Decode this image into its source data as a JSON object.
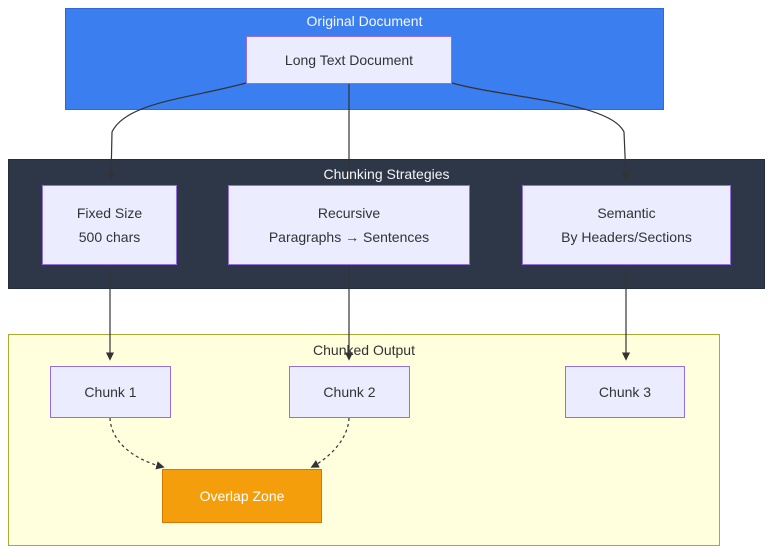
{
  "diagram": {
    "sections": {
      "original": {
        "title": "Original Document",
        "node": "Long Text Document"
      },
      "strategies": {
        "title": "Chunking Strategies",
        "nodes": [
          {
            "line1": "Fixed Size",
            "line2": "500 chars"
          },
          {
            "line1": "Recursive",
            "line2": "Paragraphs → Sentences"
          },
          {
            "line1": "Semantic",
            "line2": "By Headers/Sections"
          }
        ]
      },
      "output": {
        "title": "Chunked Output",
        "chunks": [
          "Chunk 1",
          "Chunk 2",
          "Chunk 3"
        ],
        "overlap": "Overlap Zone"
      }
    },
    "colors": {
      "original_fill": "#3b7ef0",
      "strategies_fill": "#2d3748",
      "output_fill": "#ffffde",
      "output_border": "#aaaa33",
      "node_fill": "#ececff",
      "node_border": "#9370db",
      "overlap_fill": "#f59e0b",
      "overlap_border": "#d97706",
      "arrow": "#333333",
      "title_light": "#f8f8ff",
      "title_dark": "#333333"
    }
  }
}
